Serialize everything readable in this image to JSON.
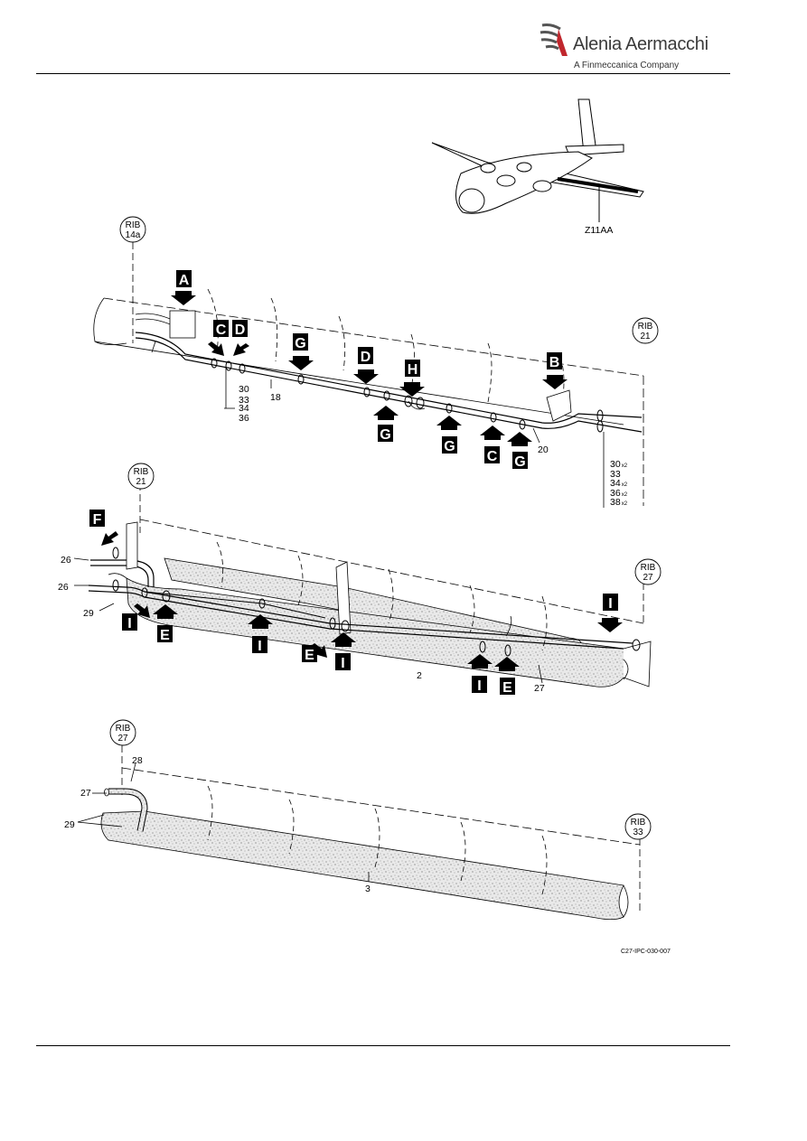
{
  "header": {
    "brand": "Alenia Aermacchi",
    "tagline": "A Finmeccanica Company"
  },
  "aircraft": {
    "zone_label": "Z11AA"
  },
  "ribs": {
    "r14a": [
      "RIB",
      "14a"
    ],
    "r21a": [
      "RIB",
      "21"
    ],
    "r21b": [
      "RIB",
      "21"
    ],
    "r27a": [
      "RIB",
      "27"
    ],
    "r27b": [
      "RIB",
      "27"
    ],
    "r33": [
      "RIB",
      "33"
    ]
  },
  "view_letters": {
    "a": "A",
    "b": "B",
    "c1": "C",
    "c2": "C",
    "d1": "D",
    "d2": "D",
    "e1": "E",
    "e2": "E",
    "e3": "E",
    "f": "F",
    "g1": "G",
    "g2": "G",
    "g3": "G",
    "g4": "G",
    "h": "H",
    "i1": "I",
    "i2": "I",
    "i3": "I",
    "i4": "I",
    "i5": "I"
  },
  "item_refs": {
    "group1": [
      "30",
      "33",
      "34",
      "36"
    ],
    "r18": "18",
    "r20": "20",
    "group2": [
      {
        "n": "30",
        "q": "x2"
      },
      {
        "n": "33",
        "q": ""
      },
      {
        "n": "34",
        "q": "x2"
      },
      {
        "n": "36",
        "q": "x2"
      },
      {
        "n": "38",
        "q": "x2"
      }
    ],
    "r26a": "26",
    "r26b": "26",
    "r29a": "29",
    "r2": "2",
    "r27a": "27",
    "r28": "28",
    "r27b": "27",
    "r29b": "29",
    "r3": "3"
  },
  "figure_id": "C27-IPC-030-007",
  "colors": {
    "brand_red": "#c0272d",
    "ink": "#000000"
  }
}
